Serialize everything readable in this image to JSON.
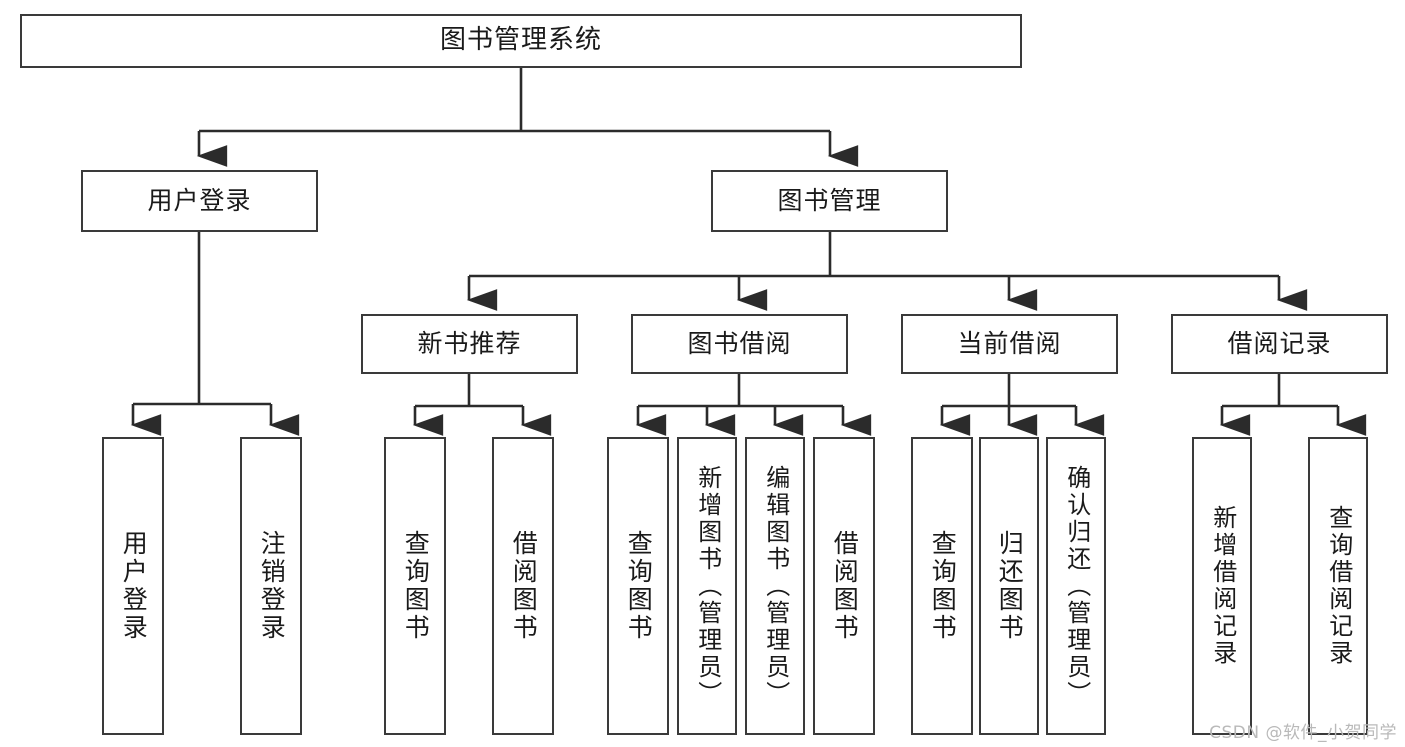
{
  "diagram": {
    "title": "图书管理系统",
    "type": "tree",
    "watermark": "CSDN @软件_小贺同学",
    "colors": {
      "box_border": "#3a3a3a",
      "box_fill": "#ffffff",
      "connector": "#2b2b2b",
      "text": "#1a1a1a",
      "watermark": "#b9b9b9"
    },
    "levels": {
      "level0": [
        {
          "id": "root",
          "label": "图书管理系统"
        }
      ],
      "level1": [
        {
          "id": "user_login",
          "label": "用户登录"
        },
        {
          "id": "book_manage",
          "label": "图书管理"
        }
      ],
      "level2": [
        {
          "id": "new_book_rec",
          "label": "新书推荐",
          "parent": "book_manage"
        },
        {
          "id": "book_borrow",
          "label": "图书借阅",
          "parent": "book_manage"
        },
        {
          "id": "current_borrow",
          "label": "当前借阅",
          "parent": "book_manage"
        },
        {
          "id": "borrow_record",
          "label": "借阅记录",
          "parent": "book_manage"
        }
      ],
      "level3": [
        {
          "id": "leaf_user_login",
          "label": "用户登录",
          "parent": "user_login"
        },
        {
          "id": "leaf_user_logout",
          "label": "注销登录",
          "parent": "user_login"
        },
        {
          "id": "leaf_query_book_1",
          "label": "查询图书",
          "parent": "new_book_rec"
        },
        {
          "id": "leaf_borrow_book_1",
          "label": "借阅图书",
          "parent": "new_book_rec"
        },
        {
          "id": "leaf_query_book_2",
          "label": "查询图书",
          "parent": "book_borrow"
        },
        {
          "id": "leaf_add_book",
          "label": "新增图书（管理员）",
          "parent": "book_borrow"
        },
        {
          "id": "leaf_edit_book",
          "label": "编辑图书（管理员）",
          "parent": "book_borrow"
        },
        {
          "id": "leaf_borrow_book_2",
          "label": "借阅图书",
          "parent": "book_borrow"
        },
        {
          "id": "leaf_query_book_3",
          "label": "查询图书",
          "parent": "current_borrow"
        },
        {
          "id": "leaf_return_book",
          "label": "归还图书",
          "parent": "current_borrow"
        },
        {
          "id": "leaf_confirm_return",
          "label": "确认归还（管理员）",
          "parent": "current_borrow"
        },
        {
          "id": "leaf_add_record",
          "label": "新增借阅记录",
          "parent": "borrow_record"
        },
        {
          "id": "leaf_query_record",
          "label": "查询借阅记录",
          "parent": "borrow_record"
        }
      ]
    }
  }
}
